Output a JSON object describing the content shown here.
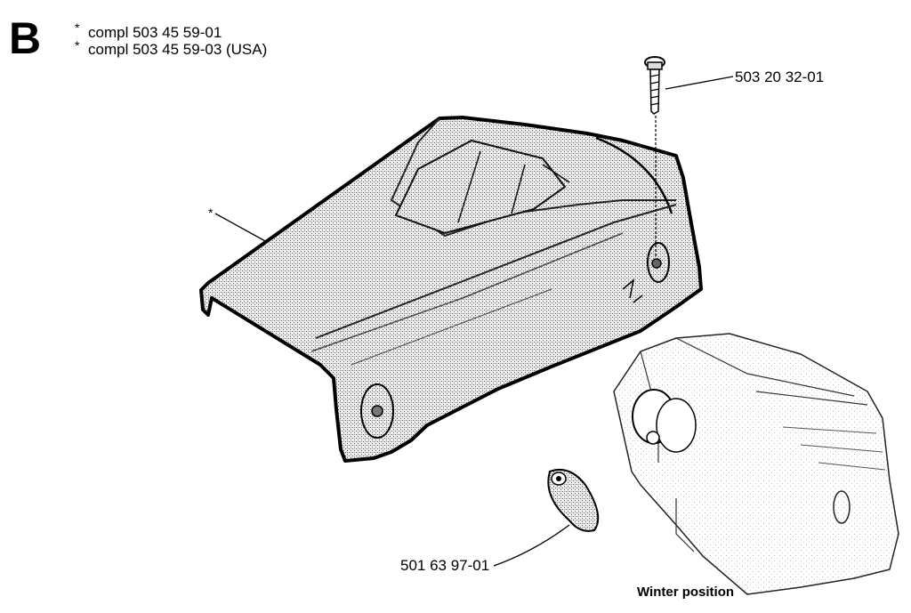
{
  "section": {
    "letter": "B"
  },
  "notes": [
    {
      "mark": "*",
      "text": "compl 503 45 59-01"
    },
    {
      "mark": "*",
      "text": "compl 503 45 59-03 (USA)"
    }
  ],
  "callouts": {
    "screw": "503 20 32-01",
    "plate": "501 63 97-01",
    "cover_mark": "*"
  },
  "captions": {
    "winter_position": "Winter position"
  }
}
